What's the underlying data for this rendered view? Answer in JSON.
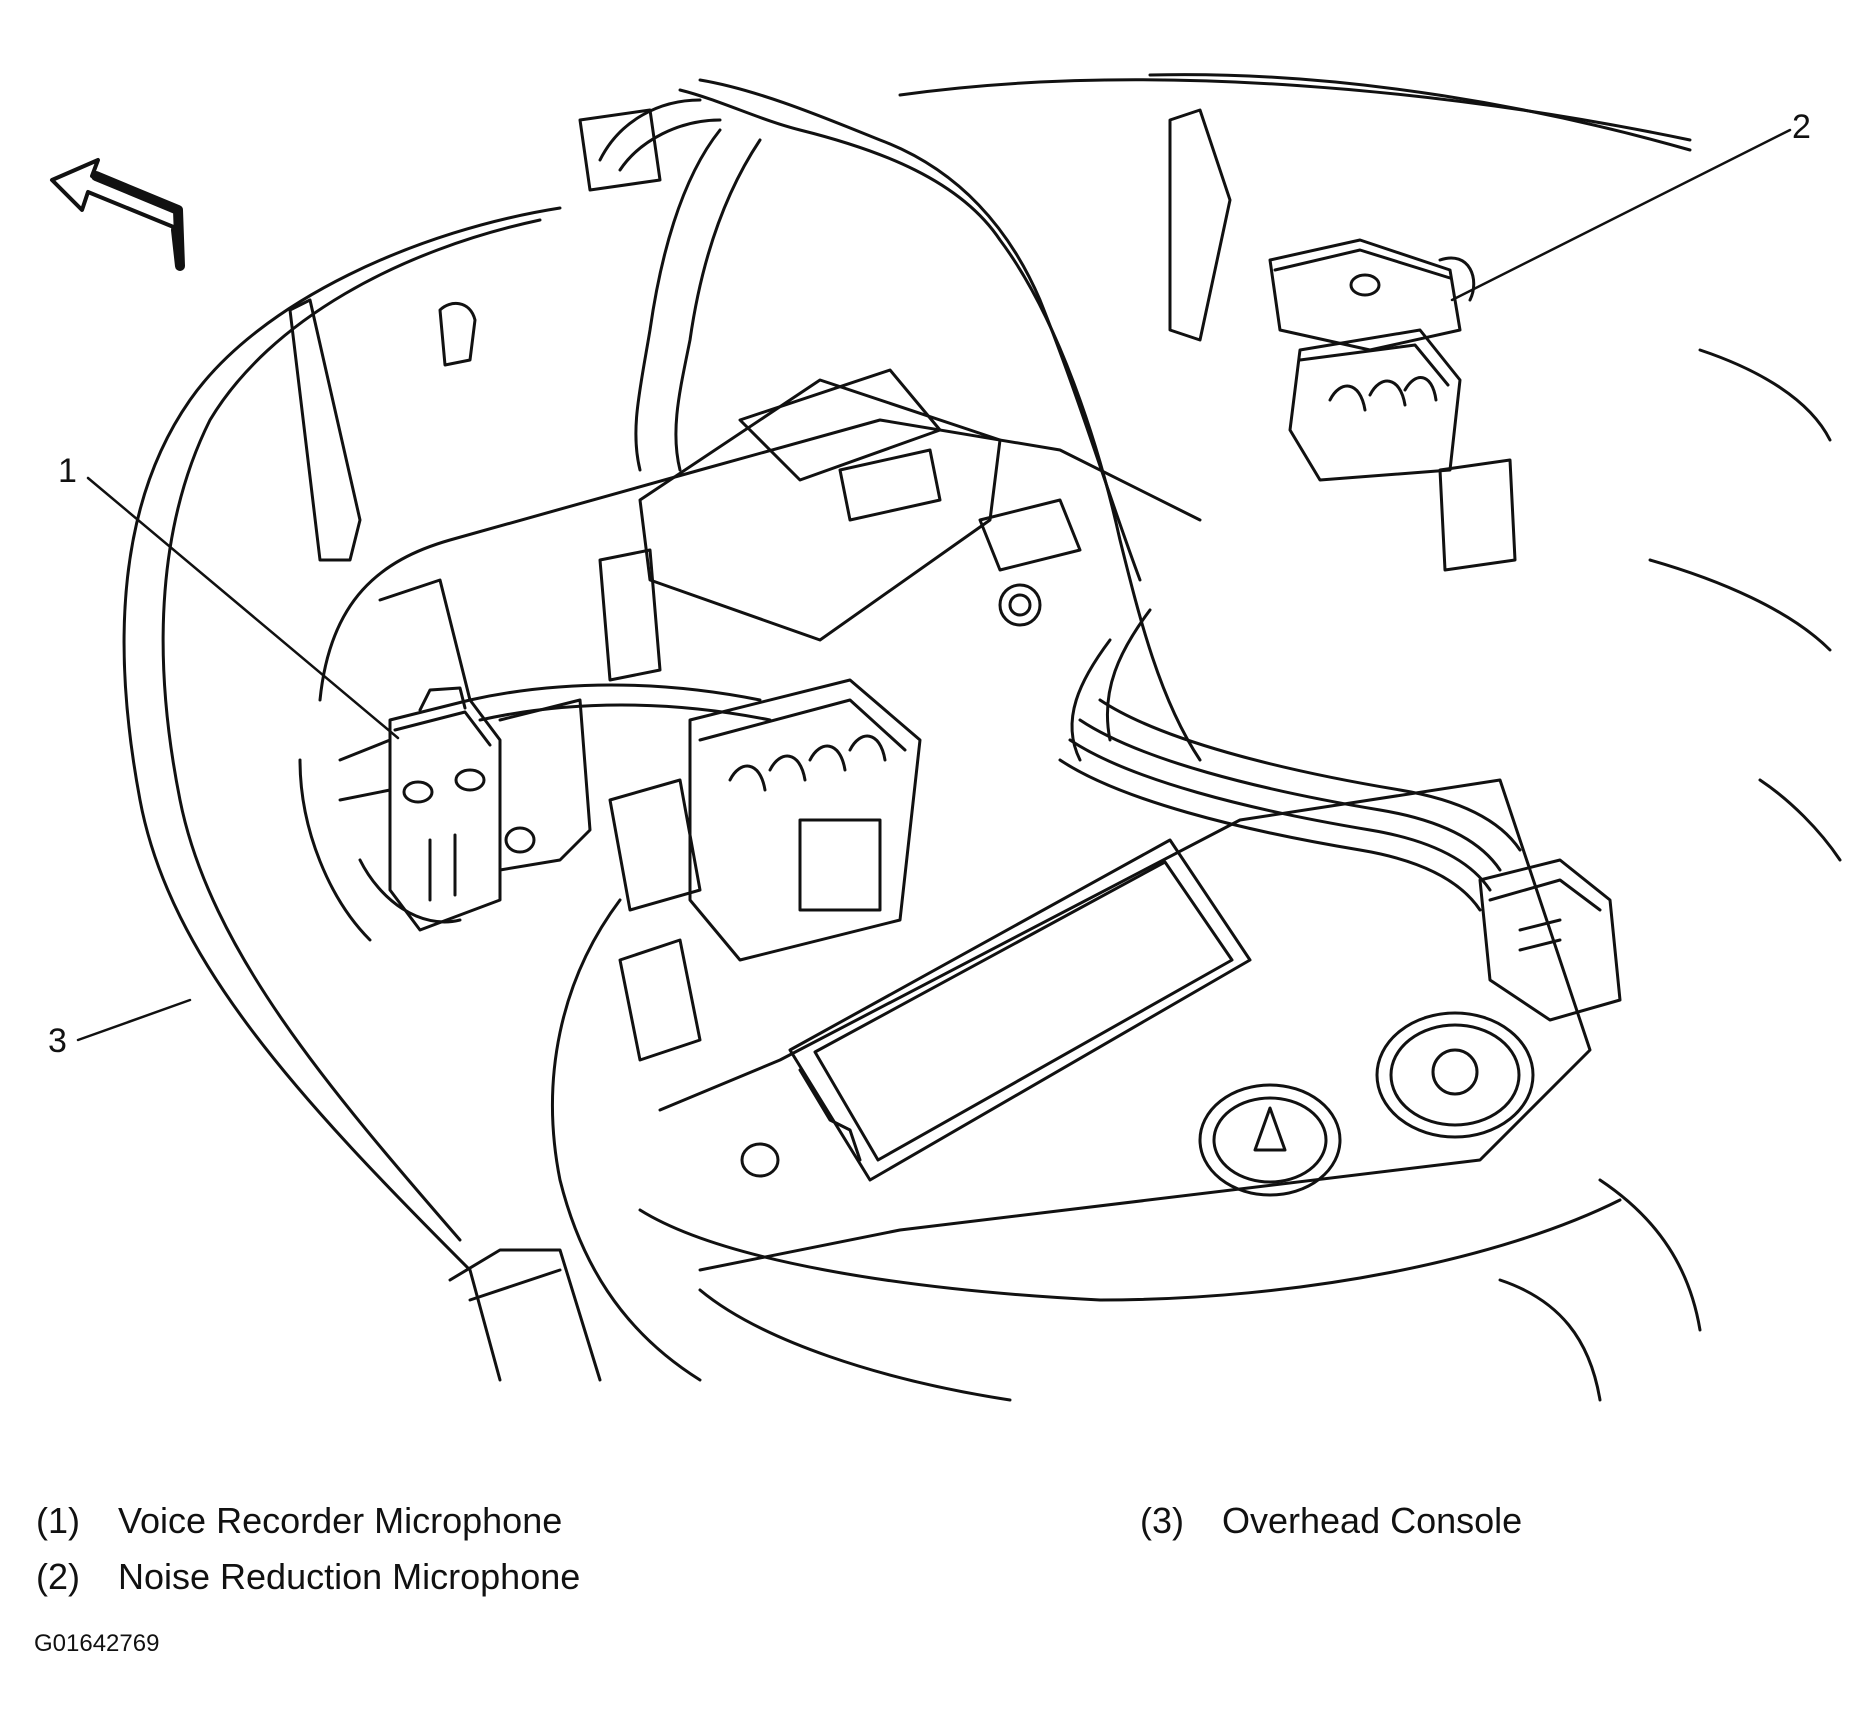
{
  "callouts": [
    {
      "number": "1",
      "label": "Voice Recorder Microphone",
      "legend_number": "(1)"
    },
    {
      "number": "2",
      "label": "Noise Reduction Microphone",
      "legend_number": "(2)"
    },
    {
      "number": "3",
      "label": "Overhead Console",
      "legend_number": "(3)"
    }
  ],
  "figure_id": "G01642769",
  "colors": {
    "ink": "#111111",
    "background": "#ffffff"
  },
  "icons": [
    "forward-direction-arrow-icon"
  ]
}
